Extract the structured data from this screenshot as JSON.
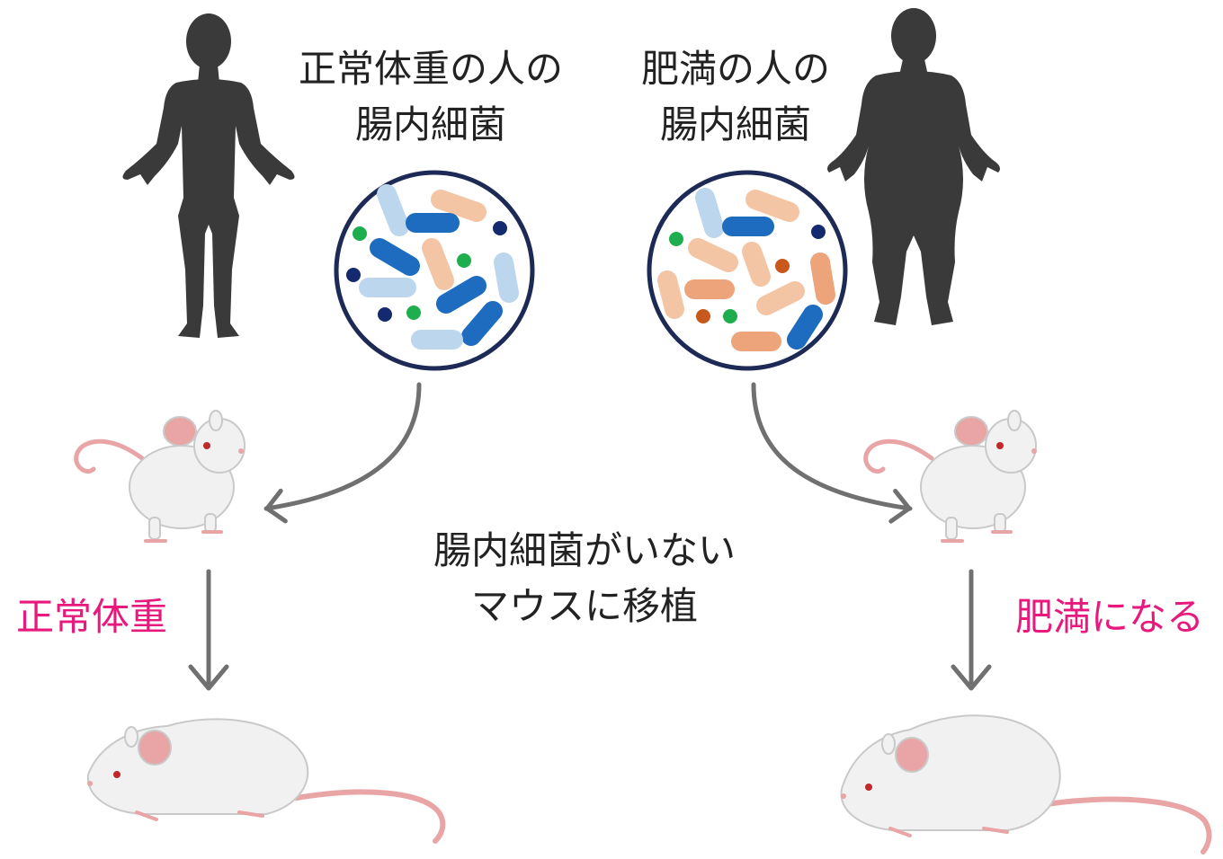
{
  "labels": {
    "normal_source_line1": "正常体重の人の",
    "normal_source_line2": "腸内細菌",
    "obese_source_line1": "肥満の人の",
    "obese_source_line2": "腸内細菌",
    "transplant_line1": "腸内細菌がいない",
    "transplant_line2": "マウスに移植",
    "normal_result": "正常体重",
    "obese_result": "肥満になる"
  },
  "colors": {
    "human_silhouette": "#3a3a3a",
    "arrow": "#707070",
    "circle_border": "#1c2a55",
    "result_text": "#e8197d",
    "bacteria_light_blue": "#bcd6ee",
    "bacteria_blue": "#1e6cc0",
    "bacteria_navy": "#142a6e",
    "bacteria_green": "#1fae4e",
    "bacteria_peach": "#f4c5a4",
    "bacteria_orange": "#eda47a",
    "bacteria_rust": "#c9581c",
    "mouse_body": "#f1f1f1",
    "mouse_ear_tail": "#e9a4a6",
    "mouse_eye": "#c0282a"
  }
}
